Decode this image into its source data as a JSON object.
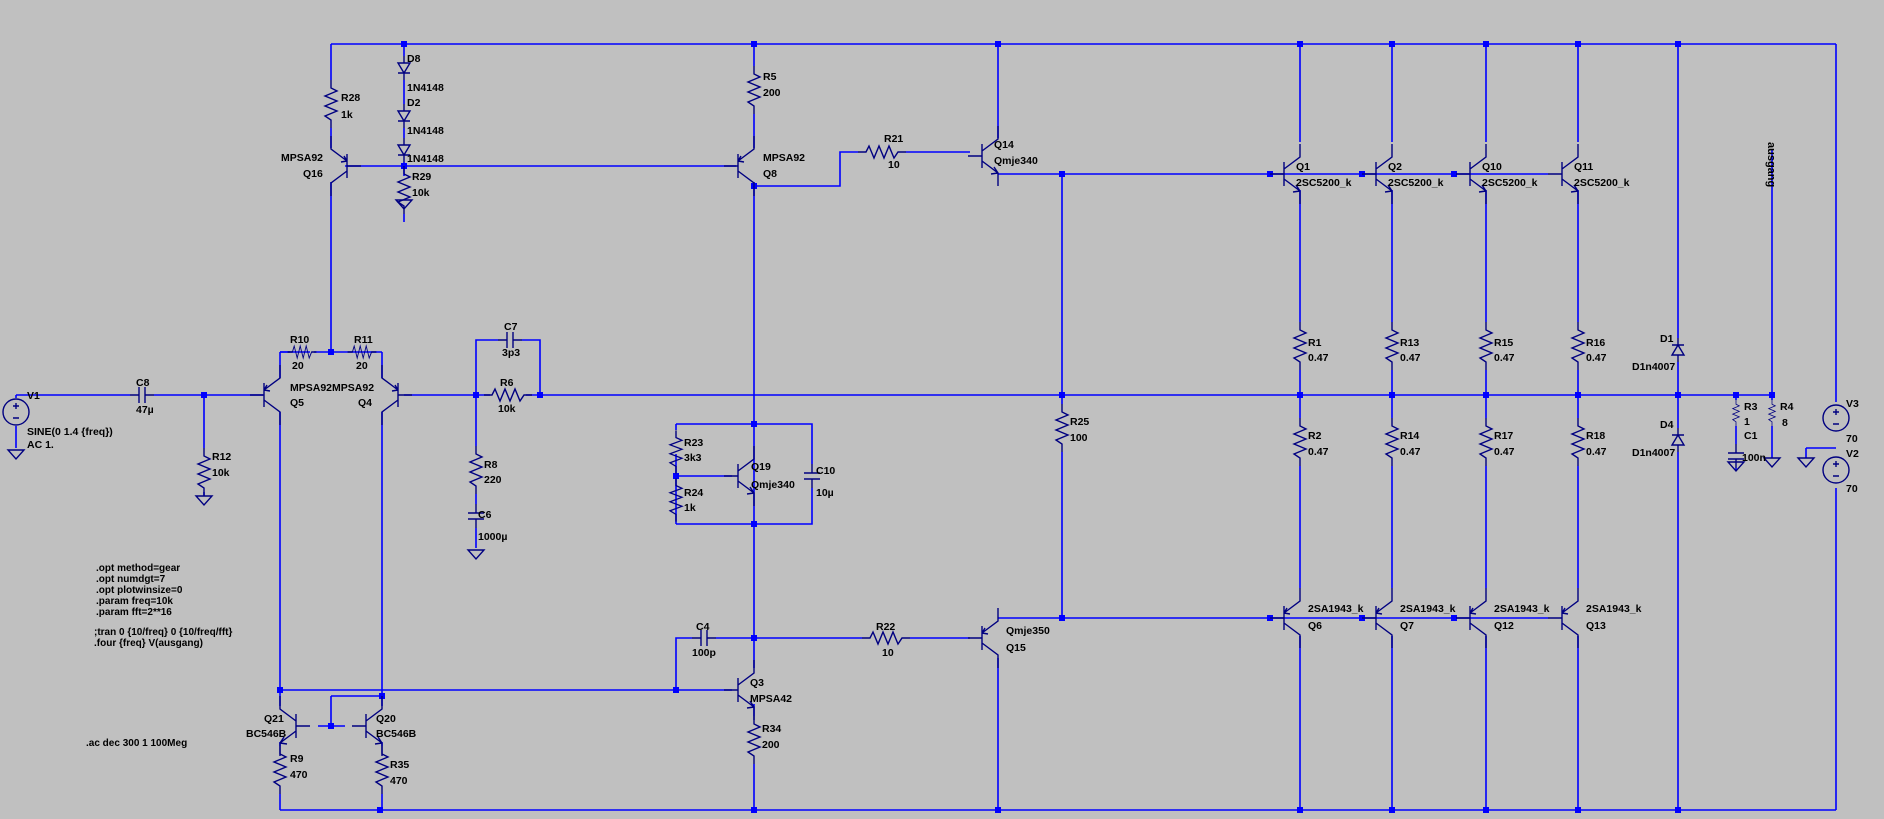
{
  "labels": {
    "D8": "D8",
    "D8v": "1N4148",
    "D2": "D2",
    "D2v": "1N4148",
    "D2v2": "1N4148",
    "R28": "R28",
    "R28v": "1k",
    "Q16t": "MPSA92",
    "Q16": "Q16",
    "R29": "R29",
    "R29v": "10k",
    "R5": "R5",
    "R5v": "200",
    "Q8t": "MPSA92",
    "Q8": "Q8",
    "R21": "R21",
    "R21v": "10",
    "Q14": "Q14",
    "Q14v": "Qmje340",
    "Q1": "Q1",
    "Q1v": "2SC5200_k",
    "Q2": "Q2",
    "Q2v": "2SC5200_k",
    "Q10": "Q10",
    "Q10v": "2SC5200_k",
    "Q11": "Q11",
    "Q11v": "2SC5200_k",
    "net_out": "ausgang",
    "V1": "V1",
    "V1v": "SINE(0 1.4 {freq})",
    "V1ac": "AC 1.",
    "C8": "C8",
    "C8v": "47µ",
    "R12": "R12",
    "R12v": "10k",
    "R10": "R10",
    "R10v": "20",
    "R11": "R11",
    "R11v": "20",
    "Q5t": "MPSA92MPSA92",
    "Q5": "Q5",
    "Q4": "Q4",
    "C7": "C7",
    "C7v": "3p3",
    "R6": "R6",
    "R6v": "10k",
    "R8": "R8",
    "R8v": "220",
    "C6": "C6",
    "C6v": "1000µ",
    "R23": "R23",
    "R23v": "3k3",
    "R24": "R24",
    "R24v": "1k",
    "Q19": "Q19",
    "Q19v": "Qmje340",
    "C10": "C10",
    "C10v": "10µ",
    "R25": "R25",
    "R25v": "100",
    "R1": "R1",
    "R1v": "0.47",
    "R13": "R13",
    "R13v": "0.47",
    "R15": "R15",
    "R15v": "0.47",
    "R16": "R16",
    "R16v": "0.47",
    "R2": "R2",
    "R2v": "0.47",
    "R14": "R14",
    "R14v": "0.47",
    "R17": "R17",
    "R17v": "0.47",
    "R18": "R18",
    "R18v": "0.47",
    "D1": "D1",
    "D1v": "D1n4007",
    "D4": "D4",
    "D4v": "D1n4007",
    "R3": "R3",
    "R3v": "1",
    "C1": "C1",
    "C1v": "100n",
    "R4": "R4",
    "R4v": "8",
    "V3": "V3",
    "V3v": "70",
    "V2": "V2",
    "V2v": "70",
    "C4": "C4",
    "C4v": "100p",
    "R22": "R22",
    "R22v": "10",
    "Q15v": "Qmje350",
    "Q15": "Q15",
    "Q6v": "2SA1943_k",
    "Q6": "Q6",
    "Q7v": "2SA1943_k",
    "Q7": "Q7",
    "Q12v": "2SA1943_k",
    "Q12": "Q12",
    "Q13v": "2SA1943_k",
    "Q13": "Q13",
    "Q3": "Q3",
    "Q3v": "MPSA42",
    "R34": "R34",
    "R34v": "200",
    "Q21": "Q21",
    "Q21v": "BC546B",
    "Q20": "Q20",
    "Q20v": "BC546B",
    "R9": "R9",
    "R9v": "470",
    "R35": "R35",
    "R35v": "470"
  },
  "directives": [
    ".opt method=gear",
    ".opt numdgt=7",
    ".opt plotwinsize=0",
    ".param freq=10k",
    ".param fft=2**16",
    "",
    ";tran 0 {10/freq} 0 {10/freq/fft}",
    ".four {freq} V(ausgang)"
  ],
  "ac_directive": ".ac dec 300 1 100Meg"
}
